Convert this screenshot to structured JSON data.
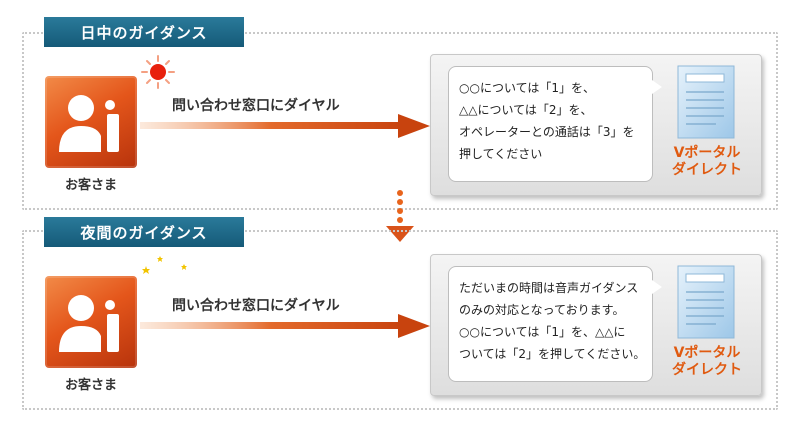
{
  "day": {
    "tab_title": "日中のガイダンス",
    "customer_label": "お客さま",
    "arrow_label": "問い合わせ窓口にダイヤル",
    "bubble_lines": [
      "○○については「1」を、",
      "△△については「2」を、",
      "オペレーターとの通話は「3」を",
      "押してください"
    ],
    "doc_label_line1": "Vポータル",
    "doc_label_line2": "ダイレクト"
  },
  "night": {
    "tab_title": "夜間のガイダンス",
    "customer_label": "お客さま",
    "arrow_label": "問い合わせ窓口にダイヤル",
    "bubble_lines": [
      "ただいまの時間は音声ガイダンス",
      "のみの対応となっております。",
      "○○については「1」を、△△に",
      "ついては「2」を押してください。"
    ],
    "doc_label_line1": "Vポータル",
    "doc_label_line2": "ダイレクト"
  },
  "colors": {
    "tab": "#1e6e8e",
    "customer_icon": "#e4561b",
    "arrow": "#d9531a",
    "doc_label": "#e05a10",
    "sun": "#e8200c",
    "moon": "#f2c400"
  }
}
